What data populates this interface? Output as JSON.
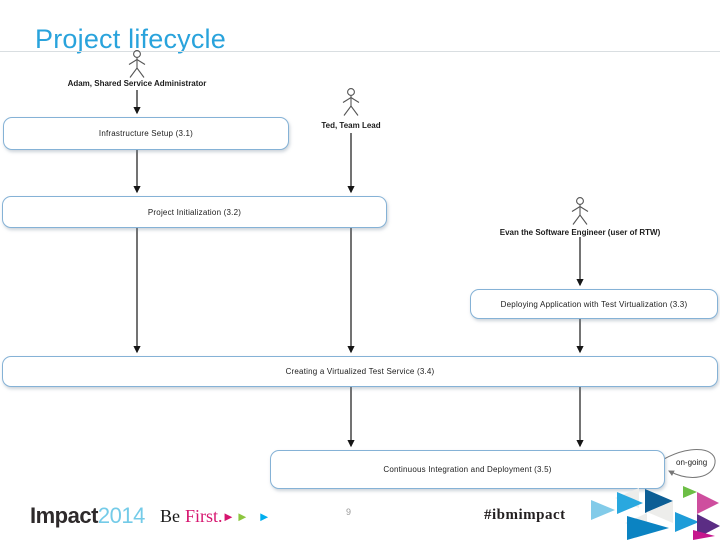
{
  "title": "Project lifecycle",
  "palette": {
    "title_blue": "#29A3DC",
    "box_border_blue": "#85B2D6",
    "lifeline_black": "#161616",
    "impact_dark": "#2E2A2B",
    "impact_year_blue": "#74CBE8",
    "first_pink": "#D6156F",
    "arrow_pink": "#D6156F",
    "arrow_green": "#8DC63F",
    "arrow_blue": "#00AEEF",
    "triangle_light_blue": "#82CBE9",
    "triangle_med_blue": "#29A8DF",
    "triangle_dark_blue": "#0C5E95",
    "triangle_green": "#6CBE45",
    "triangle_pink": "#CE4E9E",
    "triangle_purple": "#5B2D84",
    "triangle_magenta": "#C6168D"
  },
  "diagram": {
    "actors": [
      {
        "label": "Adam, Shared Service Administrator"
      },
      {
        "label": "Ted, Team Lead"
      },
      {
        "label": "Evan the Software Engineer (user of RTW)"
      }
    ],
    "boxes": [
      {
        "label": "Infrastructure Setup (3.1)"
      },
      {
        "label": "Project Initialization (3.2)"
      },
      {
        "label": "Deploying Application with Test Virtualization (3.3)"
      },
      {
        "label": "Creating a Virtualized Test Service (3.4)"
      },
      {
        "label": "Continuous Integration and Deployment (3.5)"
      }
    ],
    "loop_label": "on-going"
  },
  "footer": {
    "impact_word": "Impact",
    "impact_year": "2014",
    "be_word": "Be",
    "first_word": "First.",
    "arrows": [
      "►",
      "►",
      "►"
    ],
    "page_number": "9",
    "hashtag": "#ibmimpact"
  }
}
